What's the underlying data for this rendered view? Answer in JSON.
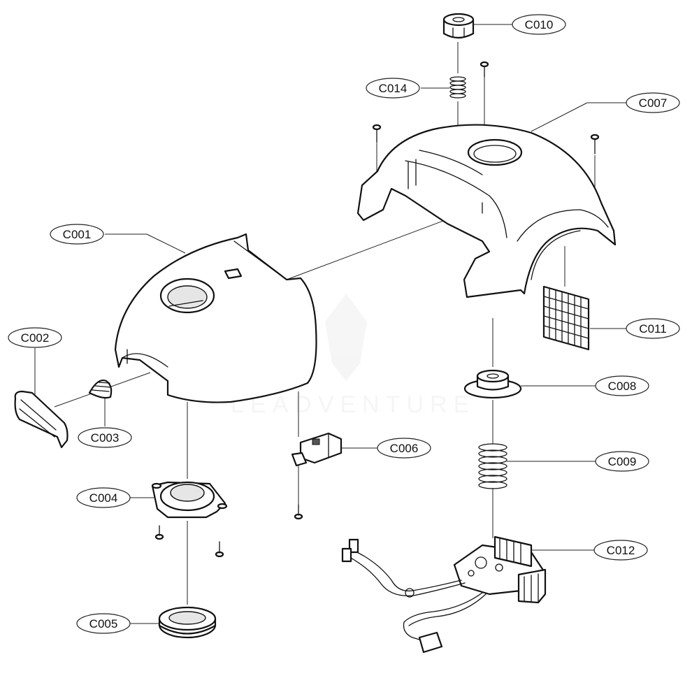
{
  "callouts": {
    "c001": "C001",
    "c002": "C002",
    "c003": "C003",
    "c004": "C004",
    "c005": "C005",
    "c006": "C006",
    "c007": "C007",
    "c008": "C008",
    "c009": "C009",
    "c010": "C010",
    "c011": "C011",
    "c012": "C012",
    "c014": "C014"
  },
  "watermark": "LEADVENTURE"
}
